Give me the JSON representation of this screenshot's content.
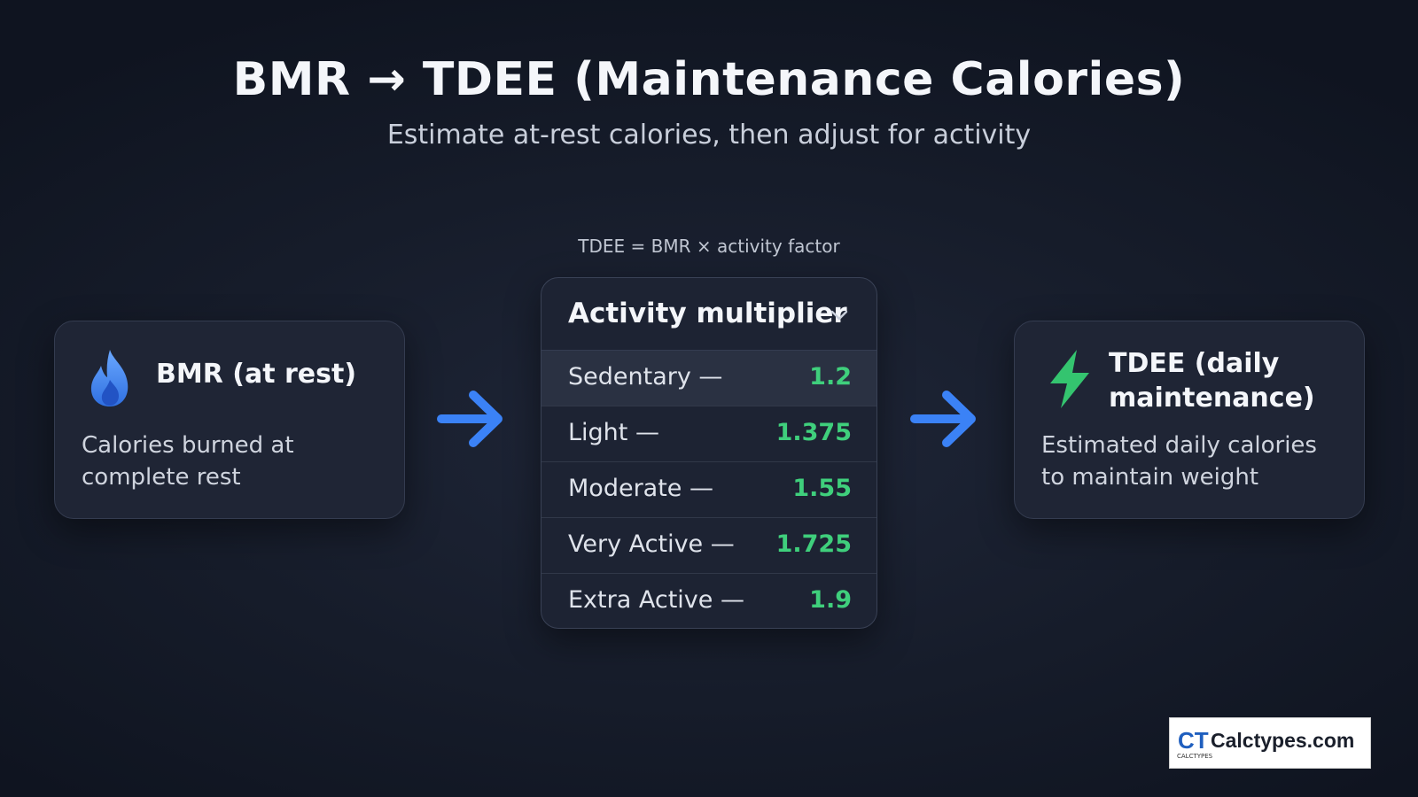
{
  "header": {
    "title": "BMR → TDEE (Maintenance Calories)",
    "subtitle": "Estimate at-rest calories, then adjust for activity"
  },
  "formula": "TDEE = BMR × activity factor",
  "bmr_card": {
    "title": "BMR (at rest)",
    "description": "Calories burned at complete rest",
    "icon": "flame-icon"
  },
  "multiplier_panel": {
    "title": "Activity multiplier",
    "rows": [
      {
        "label": "Sedentary —",
        "value": "1.2",
        "selected": true
      },
      {
        "label": "Light —",
        "value": "1.375",
        "selected": false
      },
      {
        "label": "Moderate —",
        "value": "1.55",
        "selected": false
      },
      {
        "label": "Very Active —",
        "value": "1.725",
        "selected": false
      },
      {
        "label": "Extra Active —",
        "value": "1.9",
        "selected": false
      }
    ]
  },
  "tdee_card": {
    "title": "TDEE (daily maintenance)",
    "description": "Estimated daily calories to maintain weight",
    "icon": "lightning-bolt-icon"
  },
  "watermark": {
    "brand": "Calctypes.com",
    "logo_text": "CT",
    "logo_subtext": "CALCTYPES"
  },
  "colors": {
    "accent_blue": "#3b82f6",
    "accent_green": "#3fcf7c",
    "card_bg": "#1f2535"
  }
}
